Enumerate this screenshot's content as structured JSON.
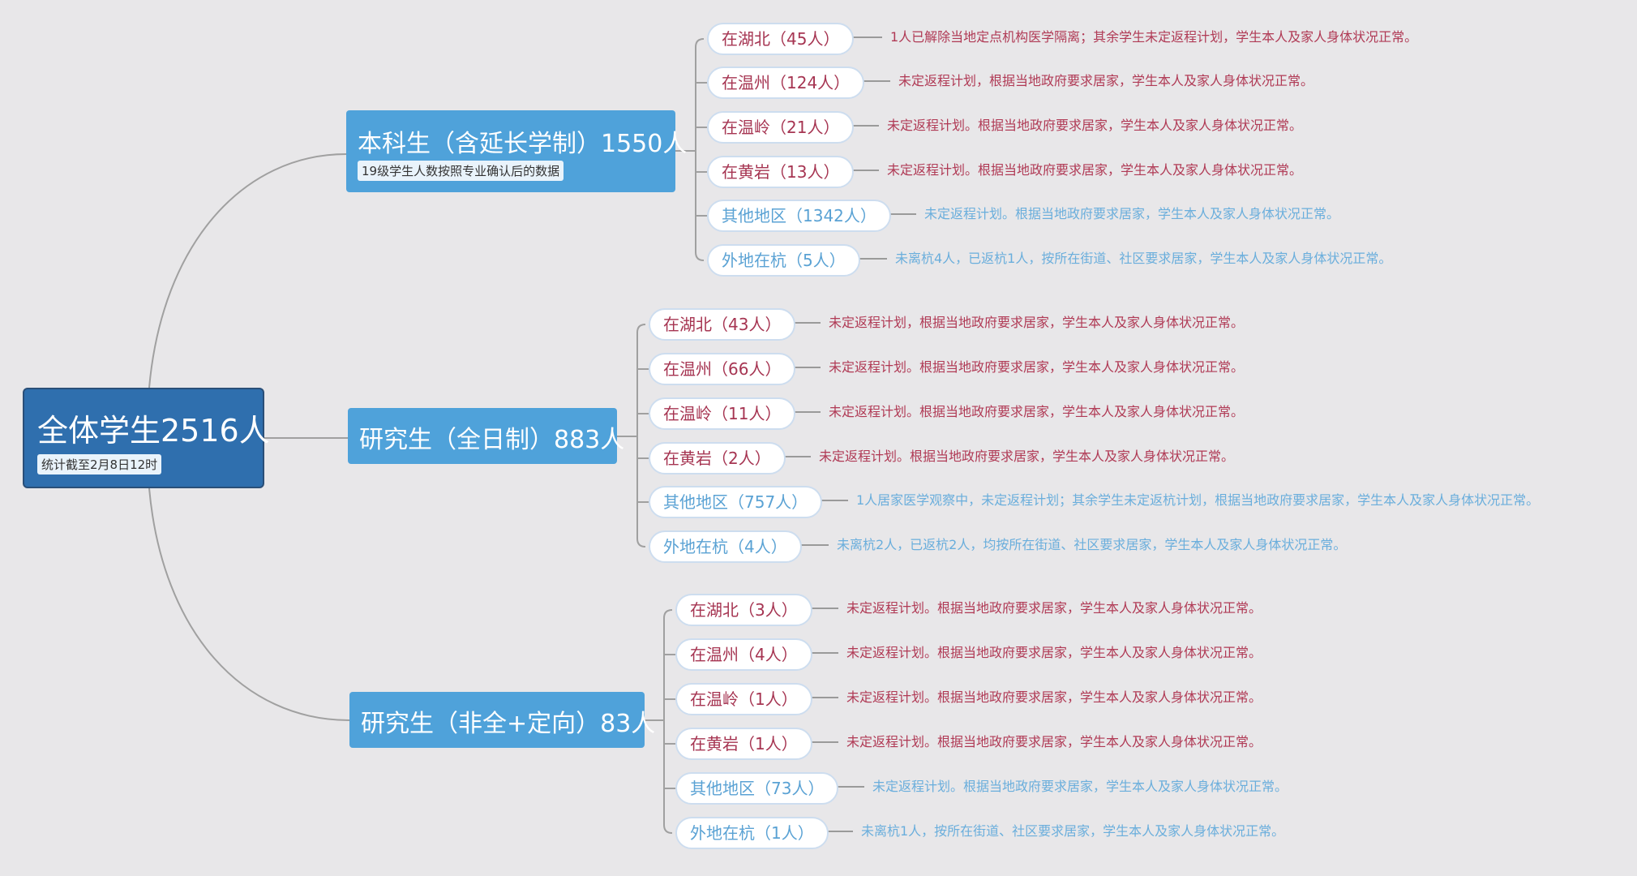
{
  "root": {
    "title": "全体学生2516人",
    "note": "统计截至2月8日12时"
  },
  "branches": [
    {
      "title": "本科生（含延长学制）1550人",
      "note": "19级学生人数按照专业确认后的数据",
      "leaves": [
        {
          "label": "在湖北（45人）",
          "desc": "1人已解除当地定点机构医学隔离；其余学生未定返程计划，学生本人及家人身体状况正常。",
          "tone": "red"
        },
        {
          "label": "在温州（124人）",
          "desc": "未定返程计划，根据当地政府要求居家，学生本人及家人身体状况正常。",
          "tone": "red"
        },
        {
          "label": "在温岭（21人）",
          "desc": "未定返程计划。根据当地政府要求居家，学生本人及家人身体状况正常。",
          "tone": "red"
        },
        {
          "label": "在黄岩（13人）",
          "desc": "未定返程计划。根据当地政府要求居家，学生本人及家人身体状况正常。",
          "tone": "red"
        },
        {
          "label": "其他地区（1342人）",
          "desc": "未定返程计划。根据当地政府要求居家，学生本人及家人身体状况正常。",
          "tone": "blue"
        },
        {
          "label": "外地在杭（5人）",
          "desc": "未离杭4人，已返杭1人，按所在街道、社区要求居家，学生本人及家人身体状况正常。",
          "tone": "blue"
        }
      ]
    },
    {
      "title": "研究生（全日制）883人",
      "leaves": [
        {
          "label": "在湖北（43人）",
          "desc": "未定返程计划，根据当地政府要求居家，学生本人及家人身体状况正常。",
          "tone": "red"
        },
        {
          "label": "在温州（66人）",
          "desc": "未定返程计划。根据当地政府要求居家，学生本人及家人身体状况正常。",
          "tone": "red"
        },
        {
          "label": "在温岭（11人）",
          "desc": "未定返程计划。根据当地政府要求居家，学生本人及家人身体状况正常。",
          "tone": "red"
        },
        {
          "label": "在黄岩（2人）",
          "desc": "未定返程计划。根据当地政府要求居家，学生本人及家人身体状况正常。",
          "tone": "red"
        },
        {
          "label": "其他地区（757人）",
          "desc": "1人居家医学观察中，未定返程计划；其余学生未定返杭计划，根据当地政府要求居家，学生本人及家人身体状况正常。",
          "tone": "blue"
        },
        {
          "label": "外地在杭（4人）",
          "desc": "未离杭2人，已返杭2人，均按所在街道、社区要求居家，学生本人及家人身体状况正常。",
          "tone": "blue"
        }
      ]
    },
    {
      "title": "研究生（非全+定向）83人",
      "leaves": [
        {
          "label": "在湖北（3人）",
          "desc": "未定返程计划。根据当地政府要求居家，学生本人及家人身体状况正常。",
          "tone": "red"
        },
        {
          "label": "在温州（4人）",
          "desc": "未定返程计划。根据当地政府要求居家，学生本人及家人身体状况正常。",
          "tone": "red"
        },
        {
          "label": "在温岭（1人）",
          "desc": "未定返程计划。根据当地政府要求居家，学生本人及家人身体状况正常。",
          "tone": "red"
        },
        {
          "label": "在黄岩（1人）",
          "desc": "未定返程计划。根据当地政府要求居家，学生本人及家人身体状况正常。",
          "tone": "red"
        },
        {
          "label": "其他地区（73人）",
          "desc": "未定返程计划。根据当地政府要求居家，学生本人及家人身体状况正常。",
          "tone": "blue"
        },
        {
          "label": "外地在杭（1人）",
          "desc": "未离杭1人，按所在街道、社区要求居家，学生本人及家人身体状况正常。",
          "tone": "blue"
        }
      ]
    }
  ],
  "colors": {
    "background": "#e8e7e9",
    "root_fill": "#2f6fae",
    "branch_fill": "#4fa2da",
    "red_text": "#a63552",
    "blue_text": "#5aa2d4",
    "line": "#9a9a9a"
  }
}
